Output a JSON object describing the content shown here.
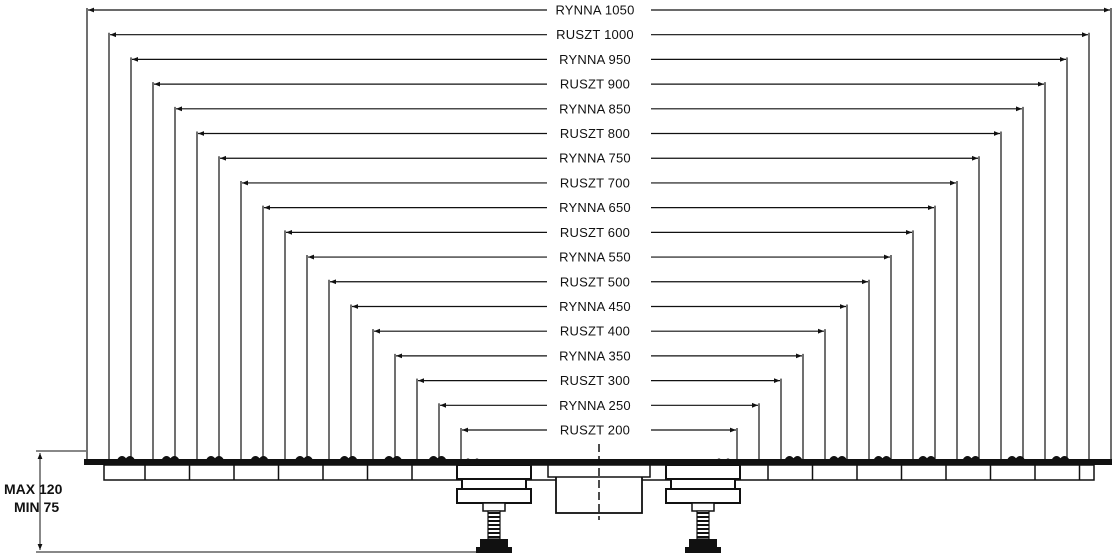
{
  "dimensions": [
    {
      "kind": "RYNNA",
      "value": "1050"
    },
    {
      "kind": "RUSZT",
      "value": "1000"
    },
    {
      "kind": "RYNNA",
      "value": "950"
    },
    {
      "kind": "RUSZT",
      "value": "900"
    },
    {
      "kind": "RYNNA",
      "value": "850"
    },
    {
      "kind": "RUSZT",
      "value": "800"
    },
    {
      "kind": "RYNNA",
      "value": "750"
    },
    {
      "kind": "RUSZT",
      "value": "700"
    },
    {
      "kind": "RYNNA",
      "value": "650"
    },
    {
      "kind": "RUSZT",
      "value": "600"
    },
    {
      "kind": "RYNNA",
      "value": "550"
    },
    {
      "kind": "RUSZT",
      "value": "500"
    },
    {
      "kind": "RYNNA",
      "value": "450"
    },
    {
      "kind": "RUSZT",
      "value": "400"
    },
    {
      "kind": "RYNNA",
      "value": "350"
    },
    {
      "kind": "RUSZT",
      "value": "300"
    },
    {
      "kind": "RYNNA",
      "value": "250"
    },
    {
      "kind": "RUSZT",
      "value": "200"
    }
  ],
  "height_range": {
    "max_label": "MAX 120",
    "min_label": "MIN 75"
  },
  "colors": {
    "line": "#111111",
    "fill": "#ffffff"
  }
}
